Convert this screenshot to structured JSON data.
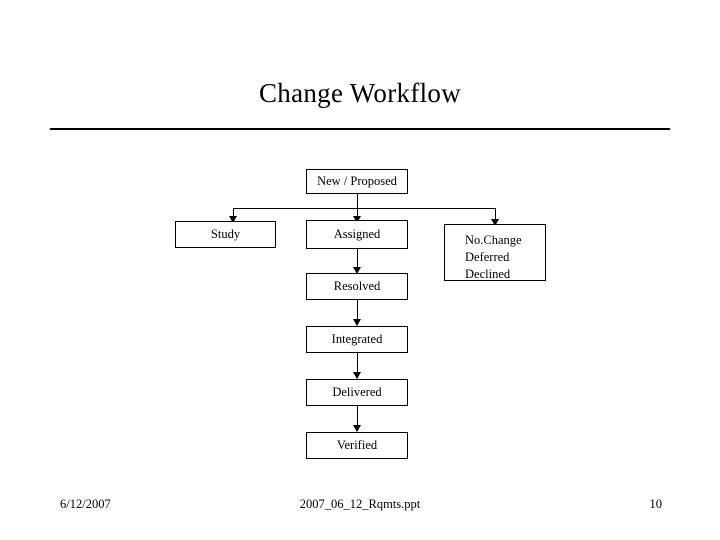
{
  "slide": {
    "title": "Change Workflow",
    "footer": {
      "date": "6/12/2007",
      "filename": "2007_06_12_Rqmts.ppt",
      "page_number": "10"
    }
  },
  "diagram": {
    "type": "flowchart",
    "nodes": [
      {
        "id": "new-proposed",
        "label": "New / Proposed"
      },
      {
        "id": "study",
        "label": "Study"
      },
      {
        "id": "assigned",
        "label": "Assigned"
      },
      {
        "id": "nochange",
        "lines": [
          "No.Change",
          "Deferred",
          "Declined"
        ]
      },
      {
        "id": "resolved",
        "label": "Resolved"
      },
      {
        "id": "integrated",
        "label": "Integrated"
      },
      {
        "id": "delivered",
        "label": "Delivered"
      },
      {
        "id": "verified",
        "label": "Verified"
      }
    ],
    "edges": [
      {
        "from": "new-proposed",
        "to": "study"
      },
      {
        "from": "new-proposed",
        "to": "assigned"
      },
      {
        "from": "new-proposed",
        "to": "nochange"
      },
      {
        "from": "assigned",
        "to": "resolved"
      },
      {
        "from": "resolved",
        "to": "integrated"
      },
      {
        "from": "integrated",
        "to": "delivered"
      },
      {
        "from": "delivered",
        "to": "verified"
      }
    ]
  }
}
